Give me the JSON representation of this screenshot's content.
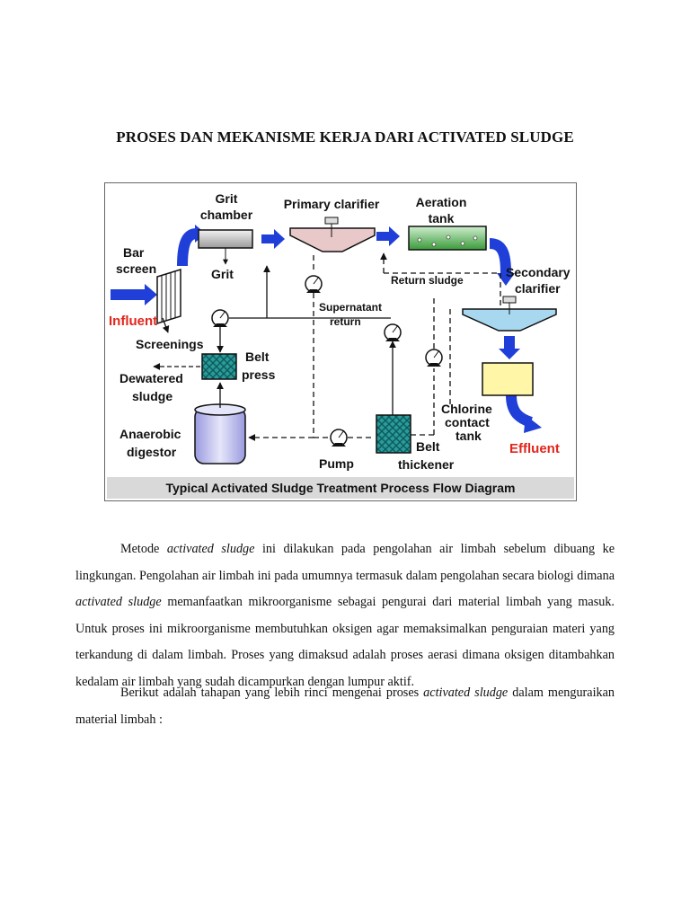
{
  "document": {
    "title": "PROSES DAN MEKANISME KERJA DARI ACTIVATED SLUDGE",
    "figure": {
      "caption": "Typical Activated Sludge Treatment Process Flow Diagram",
      "labels": {
        "grit_chamber_1": "Grit",
        "grit_chamber_2": "chamber",
        "primary_clarifier": "Primary clarifier",
        "aeration_1": "Aeration",
        "aeration_2": "tank",
        "bar_1": "Bar",
        "bar_2": "screen",
        "grit": "Grit",
        "return_sludge": "Return sludge",
        "secondary_1": "Secondary",
        "secondary_2": "clarifier",
        "influent": "Influent",
        "supernatant_1": "Supernatant",
        "supernatant_2": "return",
        "screenings": "Screenings",
        "belt_press_1": "Belt",
        "belt_press_2": "press",
        "dewatered_1": "Dewatered",
        "dewatered_2": "sludge",
        "chlorine_1": "Chlorine",
        "chlorine_2": "contact",
        "chlorine_3": "tank",
        "anaerobic_1": "Anaerobic",
        "anaerobic_2": "digestor",
        "effluent": "Effluent",
        "pump": "Pump",
        "belt_thickener_1": "Belt",
        "belt_thickener_2": "thickener"
      },
      "colors": {
        "arrow_blue": "#1f3fd8",
        "influent_red": "#e1261c",
        "aeration_green": "#3a9a3a",
        "clarifier_pink": "#e8c8c8",
        "secondary_blue": "#a8d8f0",
        "chlorine_yellow": "#fff6a8",
        "press_teal": "#2a9a9a",
        "digestor_lavender": "#c8c8f0"
      }
    },
    "paragraph1": {
      "t1": "Metode ",
      "em1": "activated sludge",
      "t2": " ini dilakukan pada pengolahan air limbah sebelum dibuang ke lingkungan. Pengolahan air limbah ini pada umumnya termasuk dalam pengolahan secara biologi dimana ",
      "em2": "activated sludge",
      "t3": "  memanfaatkan mikroorganisme sebagai pengurai dari material limbah yang masuk. Untuk proses ini mikroorganisme membutuhkan oksigen agar memaksimalkan penguraian materi yang terkandung di dalam limbah. Proses yang dimaksud adalah proses aerasi dimana oksigen ditambahkan kedalam air limbah yang sudah dicampurkan dengan lumpur aktif."
    },
    "paragraph2": {
      "t1": "Berikut adalah tahapan yang lebih rinci mengenai proses ",
      "em1": "activated sludge",
      "t2": " dalam menguraikan material limbah :"
    }
  }
}
